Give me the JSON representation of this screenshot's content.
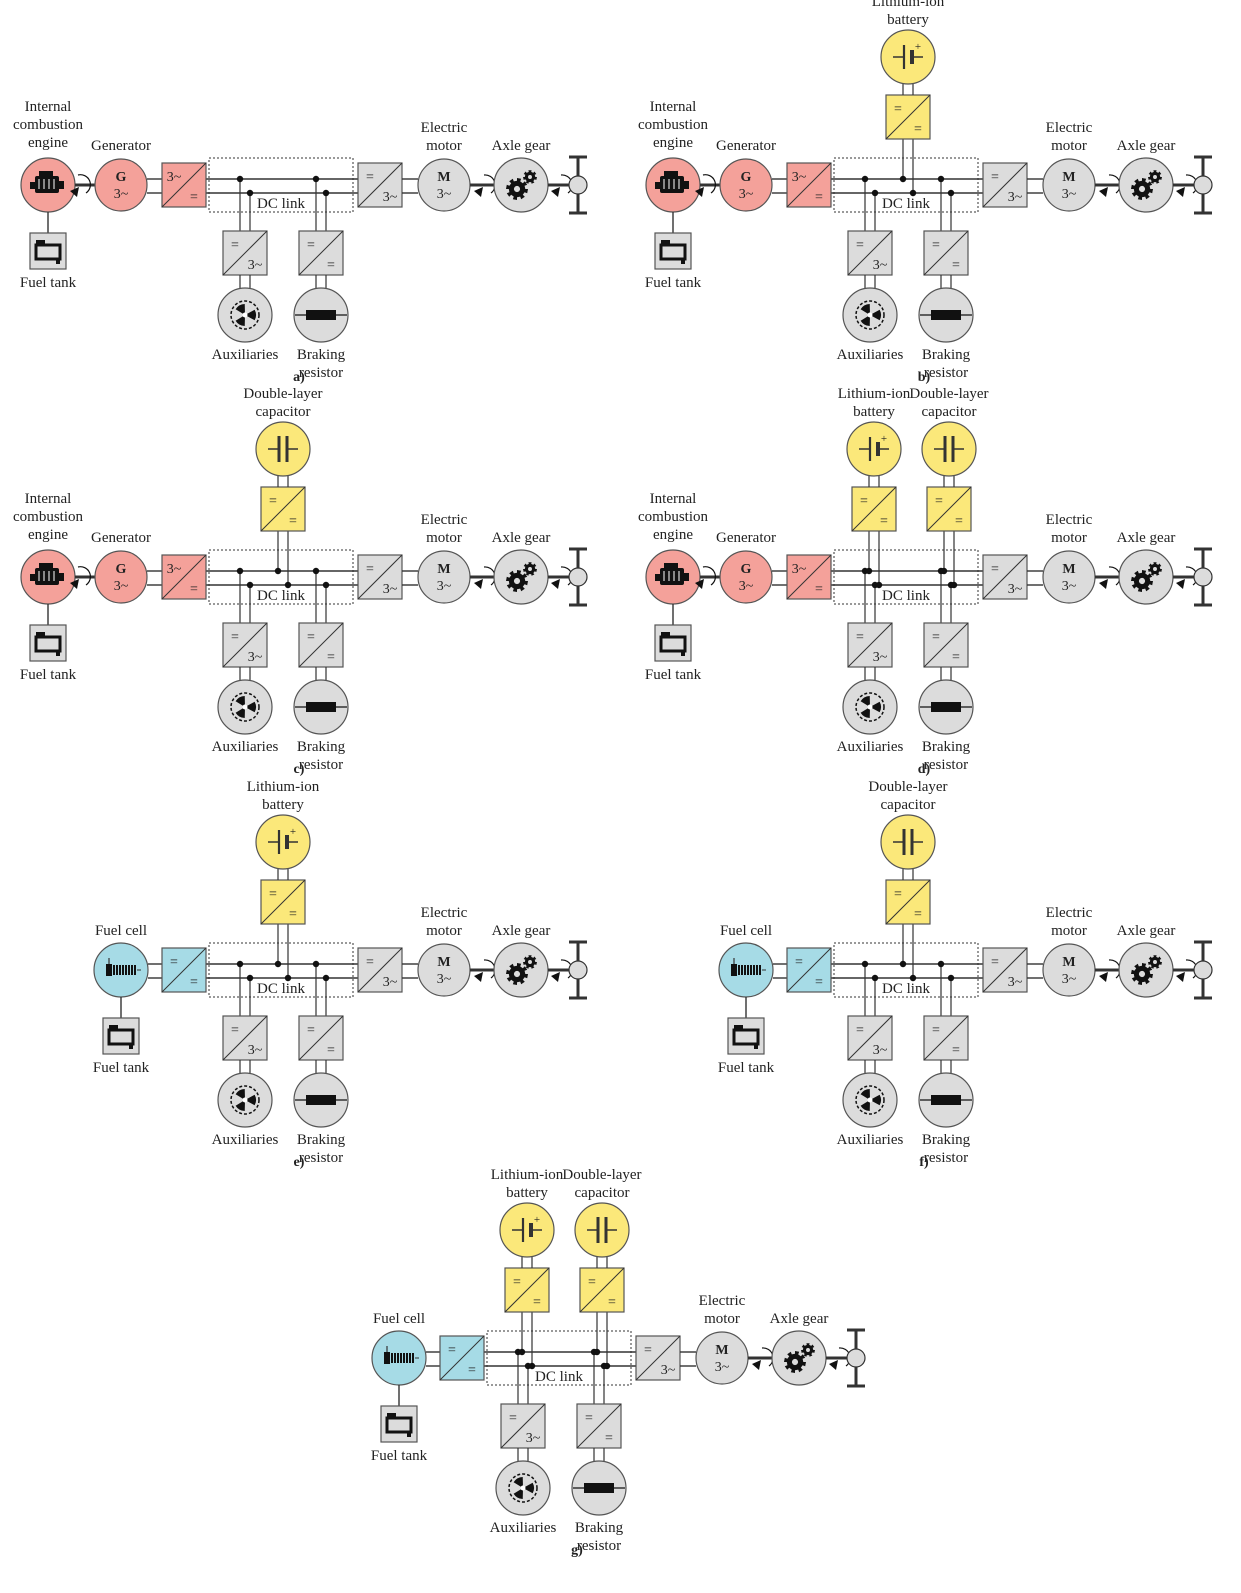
{
  "colors": {
    "engine": "#f4a19a",
    "storage": "#fbe87a",
    "fuel_cell": "#a6dbe6",
    "neutral": "#dcdcdc",
    "line": "#333333"
  },
  "labels": {
    "ice": "Internal\ncombustion\nengine",
    "generator": "Generator",
    "fuel_tank": "Fuel tank",
    "fuel_cell": "Fuel cell",
    "electric_motor": "Electric\nmotor",
    "axle_gear": "Axle gear",
    "dc_link": "DC link",
    "auxiliaries": "Auxiliaries",
    "braking_resistor": "Braking\nresistor",
    "battery": "Lithium-ion\nbattery",
    "capacitor": "Double-layer\ncapacitor",
    "gen_symbol": "G",
    "motor_symbol": "M",
    "three_phase": "3~",
    "dc_symbol": "="
  },
  "diagrams": [
    {
      "id": "a",
      "caption": "a)",
      "source": "engine",
      "storage": []
    },
    {
      "id": "b",
      "caption": "b)",
      "source": "engine",
      "storage": [
        "battery"
      ]
    },
    {
      "id": "c",
      "caption": "c)",
      "source": "engine",
      "storage": [
        "capacitor"
      ]
    },
    {
      "id": "d",
      "caption": "d)",
      "source": "engine",
      "storage": [
        "battery",
        "capacitor"
      ]
    },
    {
      "id": "e",
      "caption": "e)",
      "source": "fuelcell",
      "storage": [
        "battery"
      ]
    },
    {
      "id": "f",
      "caption": "f)",
      "source": "fuelcell",
      "storage": [
        "capacitor"
      ]
    },
    {
      "id": "g",
      "caption": "g)",
      "source": "fuelcell",
      "storage": [
        "battery",
        "capacitor"
      ]
    }
  ]
}
